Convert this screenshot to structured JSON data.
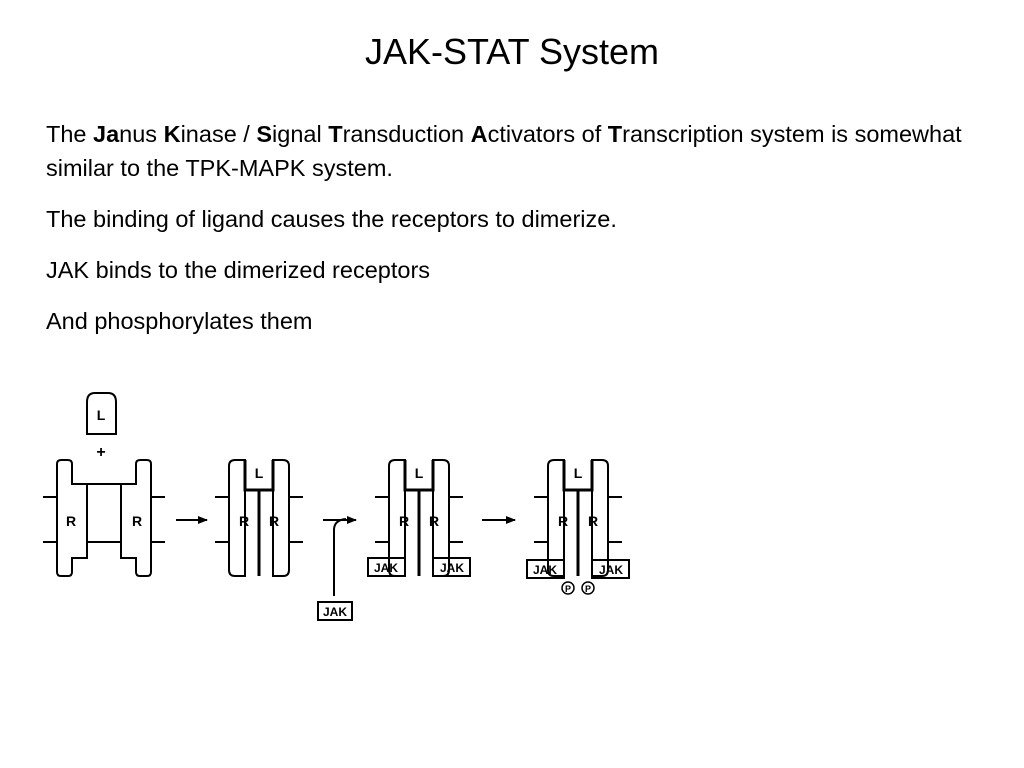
{
  "slide": {
    "title": "JAK-STAT System",
    "intro": [
      {
        "text": "The ",
        "bold": false
      },
      {
        "text": "Ja",
        "bold": true
      },
      {
        "text": "nus ",
        "bold": false
      },
      {
        "text": "K",
        "bold": true
      },
      {
        "text": "inase / ",
        "bold": false
      },
      {
        "text": "S",
        "bold": true
      },
      {
        "text": "ignal ",
        "bold": false
      },
      {
        "text": "T",
        "bold": true
      },
      {
        "text": "ransduction ",
        "bold": false
      },
      {
        "text": "A",
        "bold": true
      },
      {
        "text": "ctivators of ",
        "bold": false
      },
      {
        "text": "T",
        "bold": true
      },
      {
        "text": "ranscription system is somewhat similar to the TPK-MAPK system.",
        "bold": false
      }
    ],
    "p2": "The binding of ligand causes the receptors to dimerize.",
    "p3": "JAK binds to the dimerized receptors",
    "p4": "And phosphorylates them"
  },
  "diagram": {
    "ligand": "L",
    "plus": "+",
    "receptor": "R",
    "kinase": "JAK",
    "phosphate": "P"
  }
}
